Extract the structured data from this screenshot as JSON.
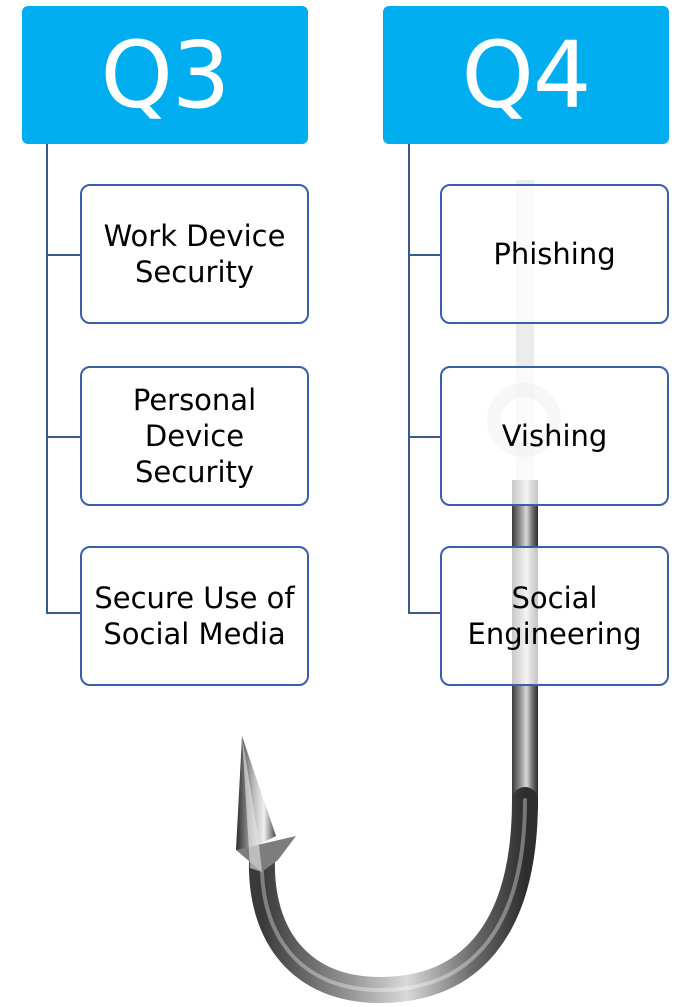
{
  "columns": [
    {
      "header": "Q3",
      "items": [
        "Work Device Security",
        "Personal Device Security",
        "Secure Use of Social Media"
      ]
    },
    {
      "header": "Q4",
      "items": [
        "Phishing",
        "Vishing",
        "Social Engineering"
      ]
    }
  ],
  "decoration": {
    "image": "fishing-hook",
    "accent_color": "#00AEEF",
    "border_color": "#3A5FA8"
  }
}
